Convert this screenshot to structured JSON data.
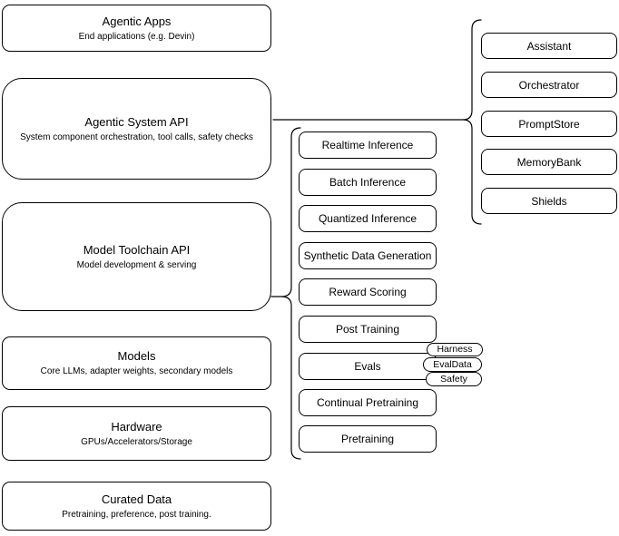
{
  "diagram": {
    "left_stack": [
      {
        "title": "Agentic Apps",
        "subtitle": "End applications (e.g. Devin)"
      },
      {
        "title": "Agentic System API",
        "subtitle": "System component orchestration, tool calls, safety checks"
      },
      {
        "title": "Model Toolchain API",
        "subtitle": "Model development & serving"
      },
      {
        "title": "Models",
        "subtitle": "Core LLMs, adapter weights, secondary models"
      },
      {
        "title": "Hardware",
        "subtitle": "GPUs/Accelerators/Storage"
      },
      {
        "title": "Curated Data",
        "subtitle": "Pretraining, preference, post training."
      }
    ],
    "toolchain_items": [
      {
        "label": "Realtime Inference"
      },
      {
        "label": "Batch Inference"
      },
      {
        "label": "Quantized Inference"
      },
      {
        "label": "Synthetic Data Generation"
      },
      {
        "label": "Reward Scoring"
      },
      {
        "label": "Post Training"
      },
      {
        "label": "Evals"
      },
      {
        "label": "Continual Pretraining"
      },
      {
        "label": "Pretraining"
      }
    ],
    "evals_tags": [
      {
        "label": "Harness"
      },
      {
        "label": "EvalData"
      },
      {
        "label": "Safety"
      }
    ],
    "system_components": [
      {
        "label": "Assistant"
      },
      {
        "label": "Orchestrator"
      },
      {
        "label": "PromptStore"
      },
      {
        "label": "MemoryBank"
      },
      {
        "label": "Shields"
      }
    ],
    "colors": {
      "stroke": "#000000",
      "fill": "#ffffff",
      "background": "#ffffff"
    }
  }
}
